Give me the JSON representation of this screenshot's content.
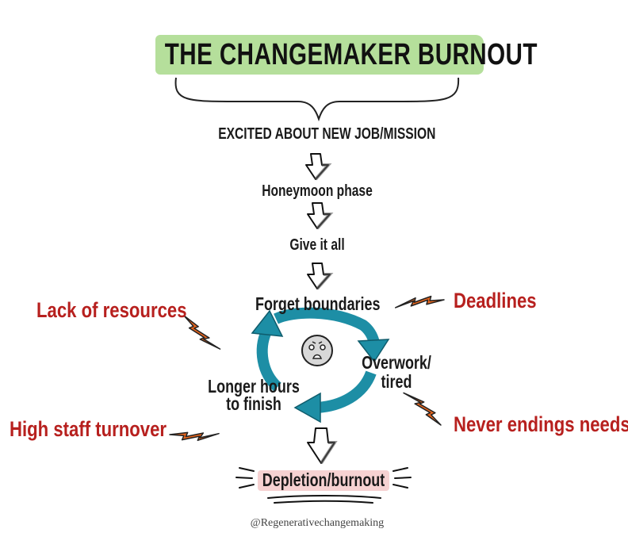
{
  "title": "THE CHANGEMAKER BURNOUT",
  "steps": {
    "excited": "EXCITED ABOUT NEW JOB/MISSION",
    "honeymoon": "Honeymoon phase",
    "give_it_all": "Give it all",
    "forget_boundaries": "Forget boundaries",
    "overwork_line1": "Overwork/",
    "overwork_line2": "tired",
    "longer_hours_line1": "Longer hours",
    "longer_hours_line2": "to finish",
    "depletion": "Depletion/burnout"
  },
  "factors": {
    "lack_of_resources": "Lack of resources",
    "deadlines": "Deadlines",
    "high_staff_turnover": "High staff turnover",
    "never_ending_needs": "Never endings needs"
  },
  "credit": "@Regenerativechangemaking",
  "colors": {
    "title_highlight": "#a8d98a",
    "cycle_arrow": "#1d8ea5",
    "factor_text": "#b7201e",
    "lightning": "#e8651c",
    "burnout_highlight": "#f6d2d2"
  },
  "icons": [
    "down-arrow-icon",
    "cycle-arrows-icon",
    "worried-face-icon",
    "lightning-bolt-icon"
  ]
}
